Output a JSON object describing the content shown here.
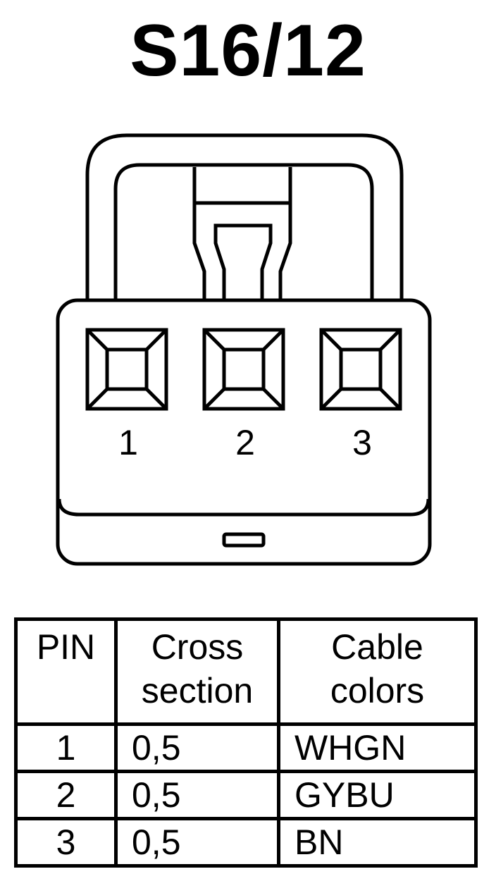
{
  "title": "S16/12",
  "connector": {
    "pin_labels": [
      "1",
      "2",
      "3"
    ]
  },
  "table": {
    "headers": {
      "pin": "PIN",
      "cross_section_line1": "Cross",
      "cross_section_line2": "section",
      "cable_colors_line1": "Cable",
      "cable_colors_line2": "colors"
    },
    "rows": [
      {
        "pin": "1",
        "cross_section": "0,5",
        "cable_colors": "WHGN"
      },
      {
        "pin": "2",
        "cross_section": "0,5",
        "cable_colors": "GYBU"
      },
      {
        "pin": "3",
        "cross_section": "0,5",
        "cable_colors": "BN"
      }
    ]
  }
}
